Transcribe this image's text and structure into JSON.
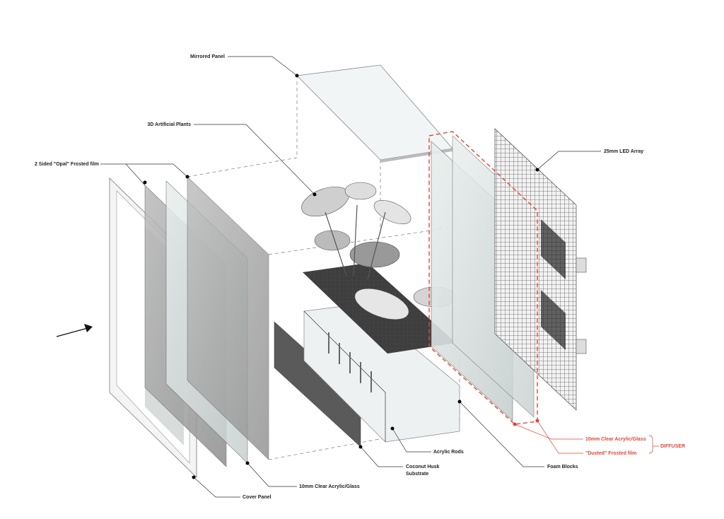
{
  "labels": {
    "mirrored_panel": "Mirrored Panel",
    "plants": "3D Artificial Plants",
    "opal_film": "2 Sided \"Opal\" Frosted film",
    "led_array": "25mm LED Array",
    "diffuser_glass": "10mm Clear Acrylic/Glass",
    "dusted_film": "\"Dusted\" Frosted film",
    "diffuser": "DIFFUSER",
    "foam_blocks": "Foam Blocks",
    "acrylic_rods": "Acrylic Rods",
    "substrate_line1": "Coconut Husk",
    "substrate_line2": "Substrate",
    "front_glass": "10mm Clear Acrylic/Glass",
    "cover_panel": "Cover Panel"
  },
  "colors": {
    "accent": "#e0463a",
    "ink": "#222222"
  }
}
